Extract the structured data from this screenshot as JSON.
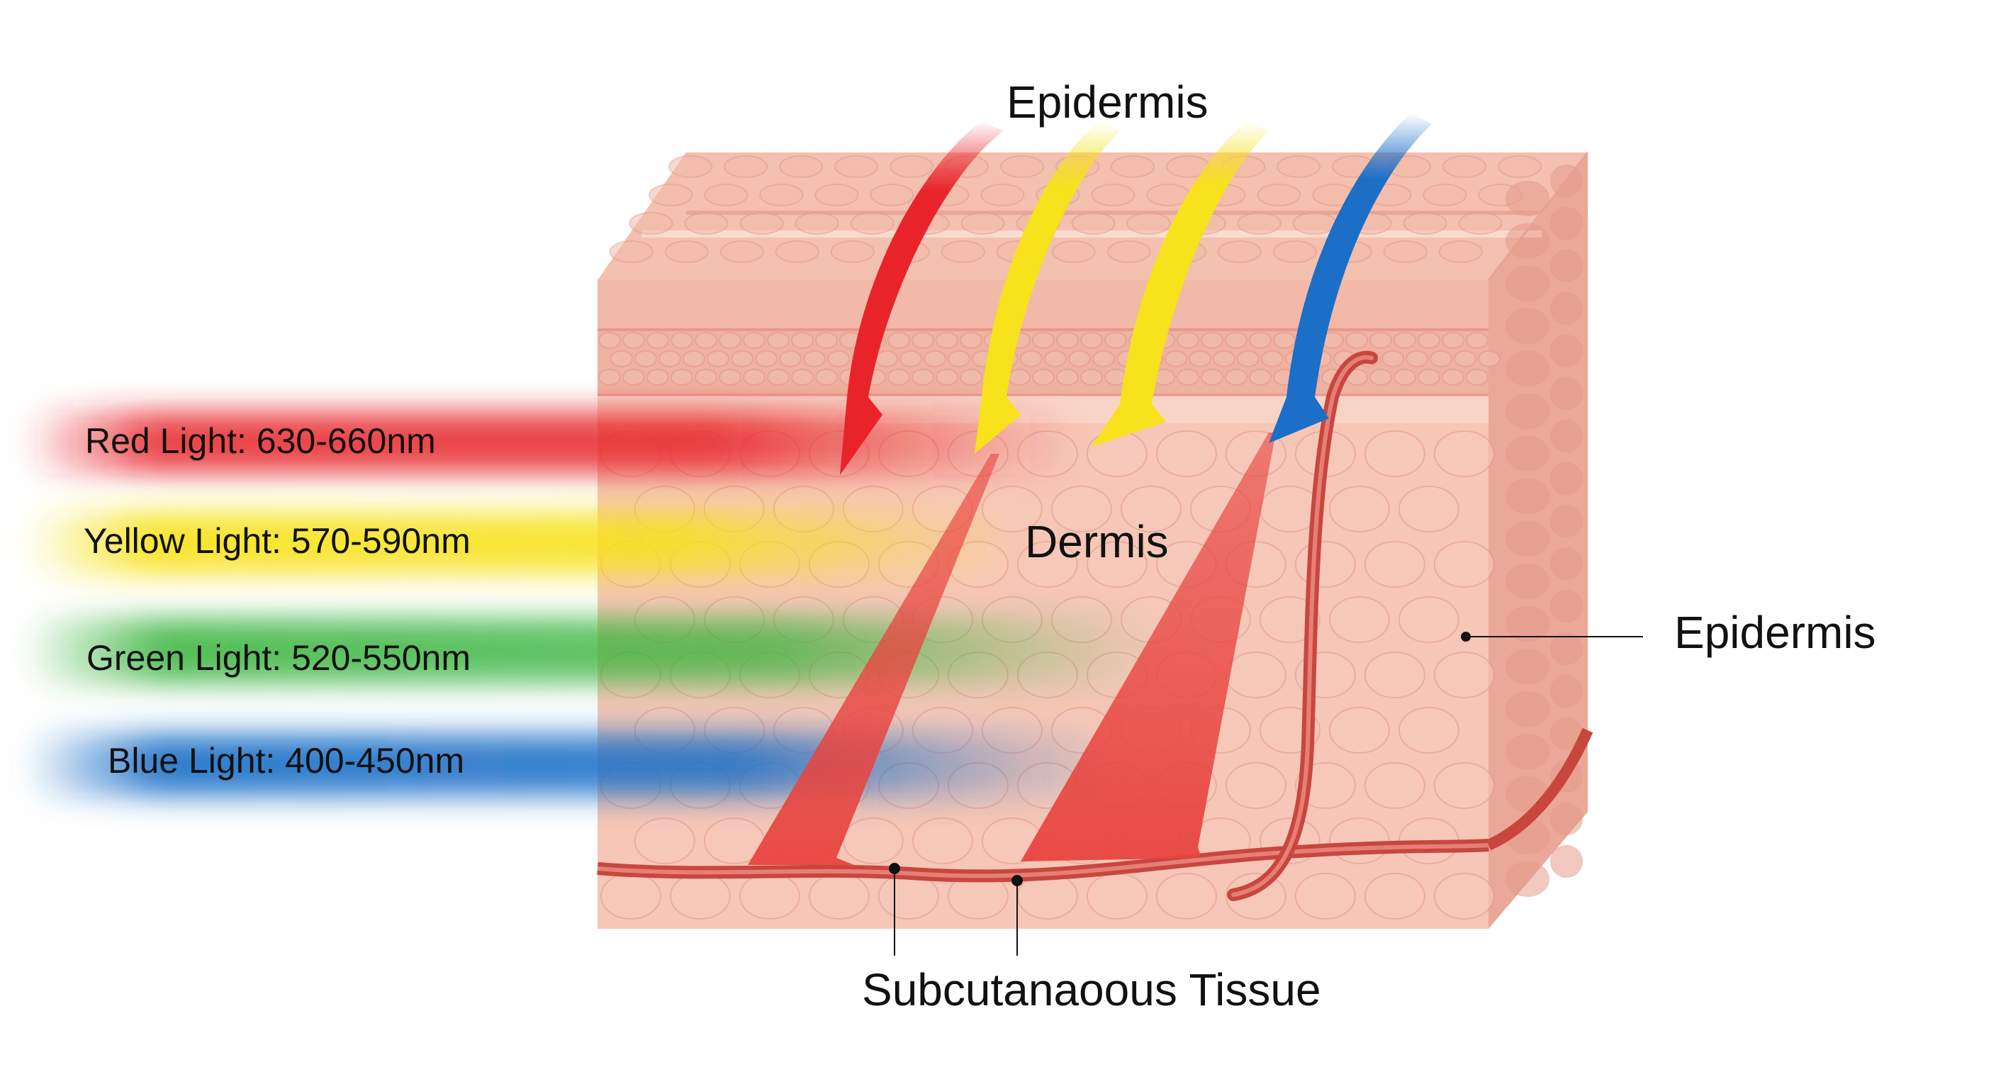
{
  "labels": {
    "top_layer": "Epidermis",
    "middle_layer": "Dermis",
    "side_layer": "Epidermis",
    "bottom_layer": "Subcutanaoous Tissue"
  },
  "lights": [
    {
      "name": "Red Light: 630-660nm",
      "color": "#e8242a"
    },
    {
      "name": "Yellow Light: 570-590nm",
      "color": "#f7e21b"
    },
    {
      "name": "Green Light: 520-550nm",
      "color": "#35b33a"
    },
    {
      "name": "Blue Light: 400-450nm",
      "color": "#1b6fc7"
    }
  ],
  "colors": {
    "skin_front": "#f6c6b6",
    "skin_top": "#f4c0b0",
    "skin_side": "#eaa898",
    "cell_outline": "#e4998a",
    "vessel": "#c9463f"
  }
}
